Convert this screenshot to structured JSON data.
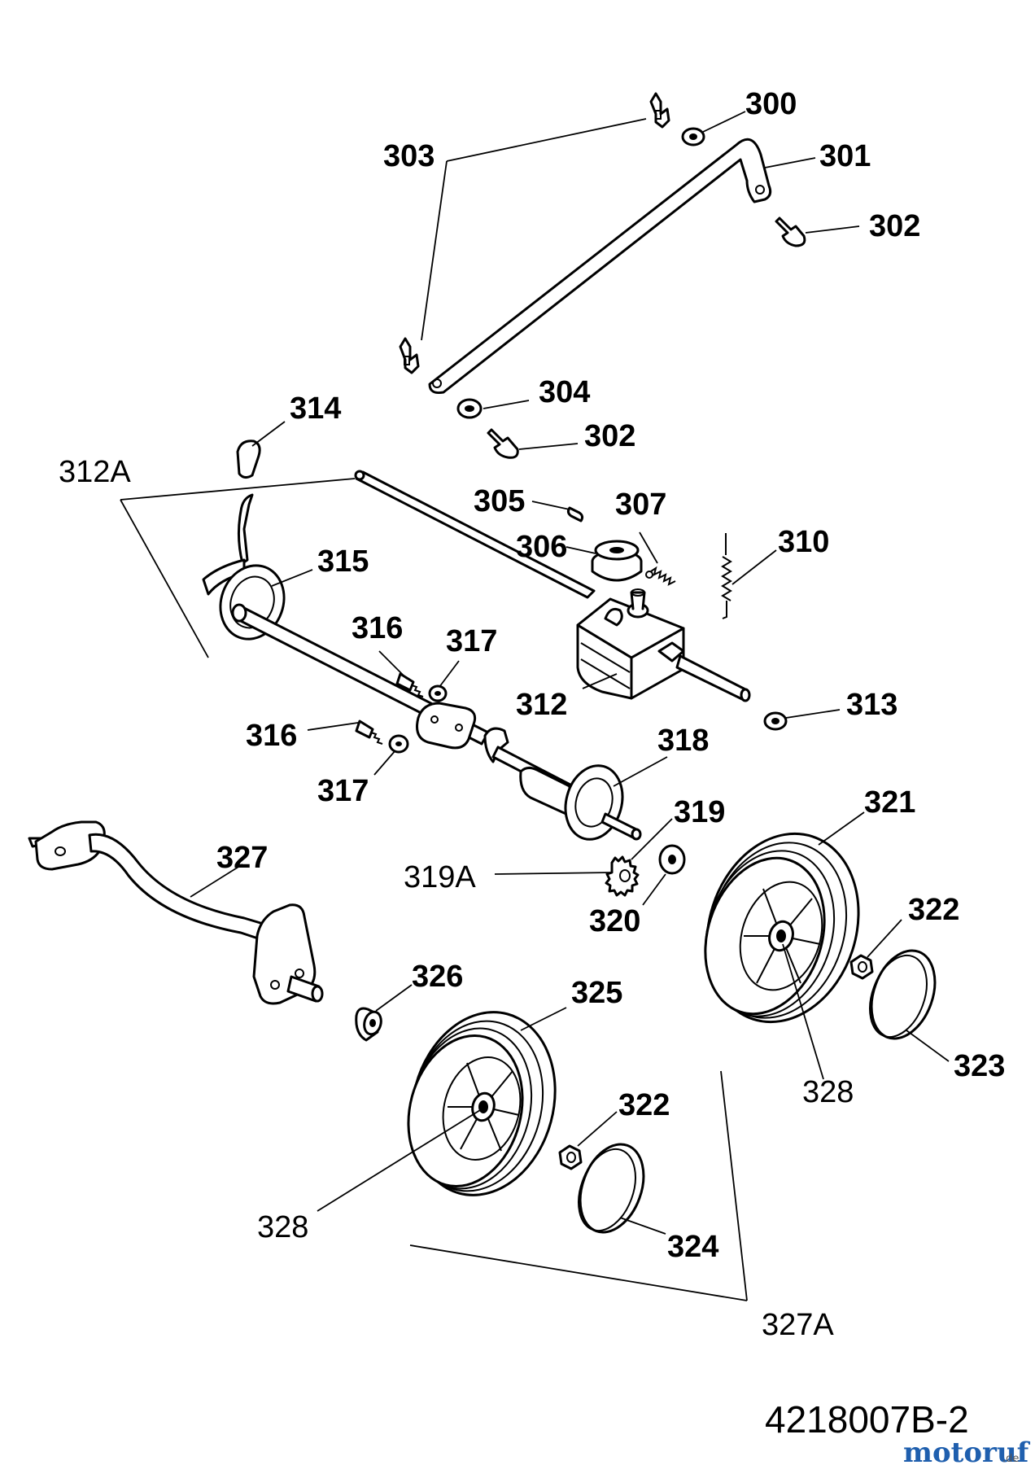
{
  "labels": {
    "p300": "300",
    "p301": "301",
    "p302a": "302",
    "p302b": "302",
    "p303": "303",
    "p304": "304",
    "p305": "305",
    "p306": "306",
    "p307": "307",
    "p310": "310",
    "p312": "312",
    "p312A": "312A",
    "p313": "313",
    "p314": "314",
    "p315": "315",
    "p316a": "316",
    "p316b": "316",
    "p317a": "317",
    "p317b": "317",
    "p318": "318",
    "p319": "319",
    "p319A": "319A",
    "p320": "320",
    "p321": "321",
    "p322a": "322",
    "p322b": "322",
    "p323": "323",
    "p324": "324",
    "p325": "325",
    "p326": "326",
    "p327": "327",
    "p327A": "327A",
    "p328a": "328",
    "p328b": "328"
  },
  "document_number": "4218007B-2",
  "watermark": {
    "brand": "motoruf",
    "suffix": ".de"
  },
  "colors": {
    "line": "#000000",
    "background": "#ffffff",
    "watermark_blue": "#1f5fae",
    "watermark_orange": "#e87722"
  }
}
